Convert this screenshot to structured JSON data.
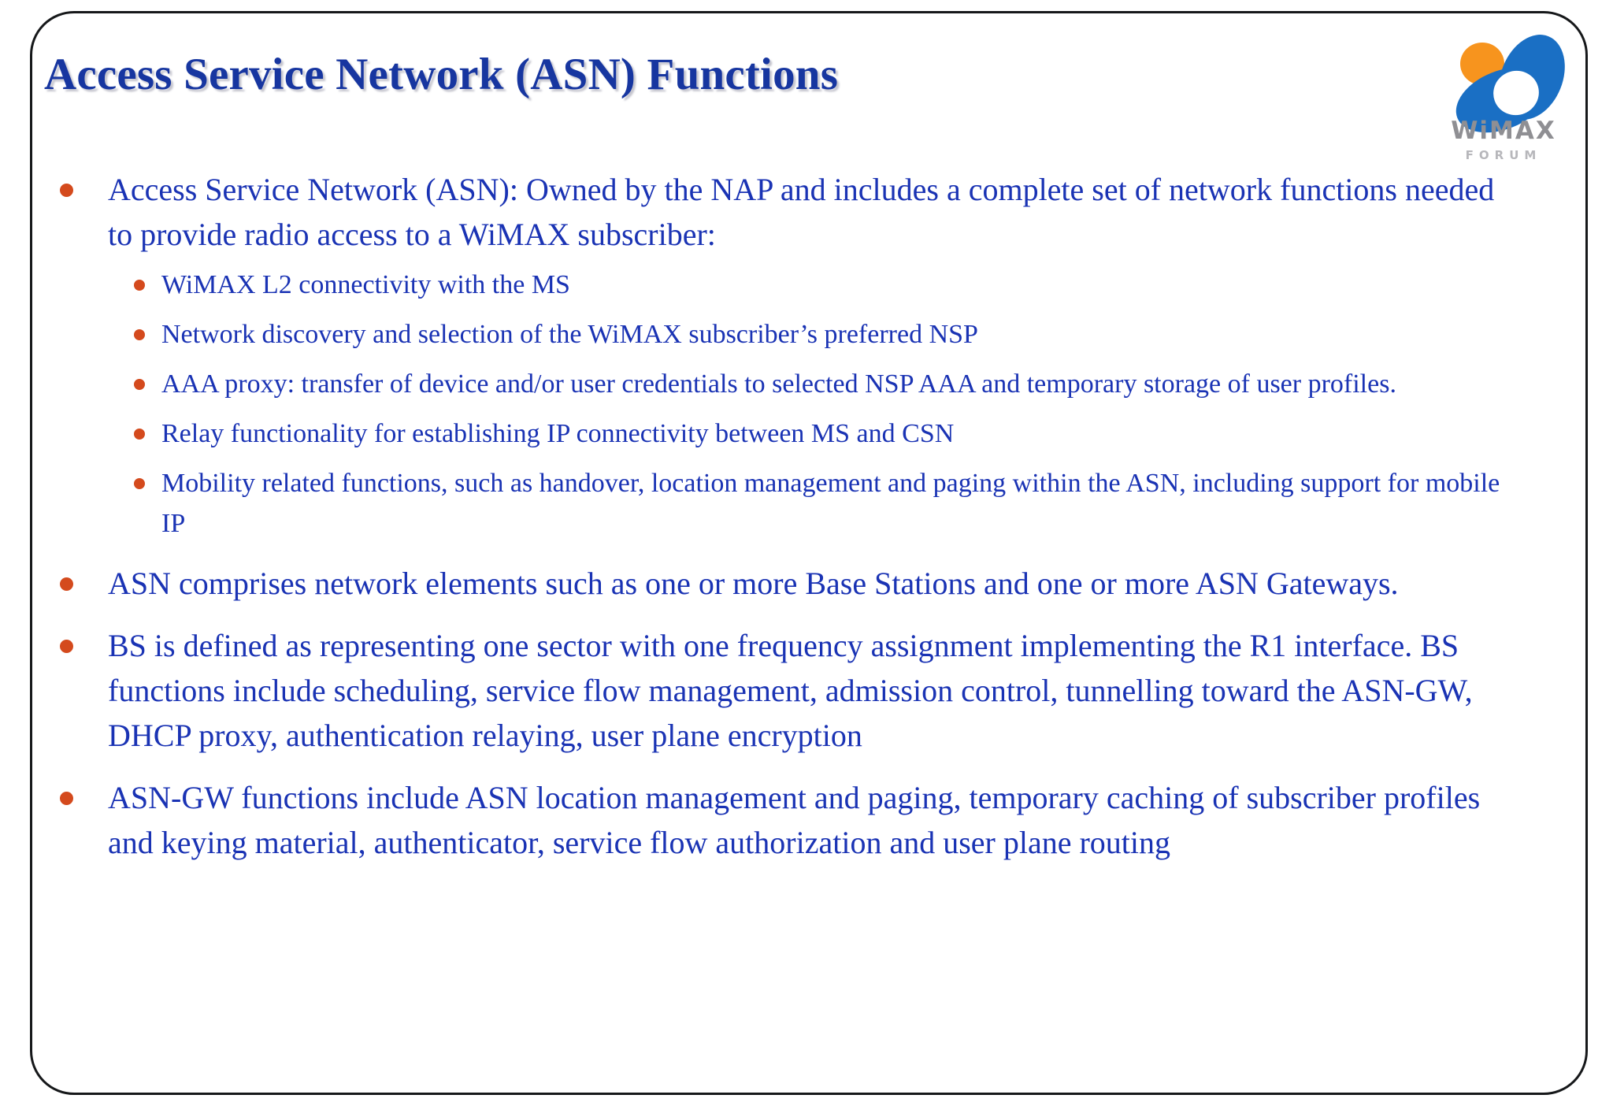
{
  "slide": {
    "title": "Access Service Network (ASN) Functions",
    "colors": {
      "title_blue": "#1736a0",
      "body_blue": "#1a33b4",
      "bullet_orange": "#d44a1d",
      "logo_blue": "#1a6fc4",
      "logo_orange": "#f7941e",
      "logo_text_gray": "#8f8f93",
      "frame_black": "#16181a",
      "background": "#ffffff"
    }
  },
  "logo": {
    "wordmark": "WiMAX",
    "subtext": "FORUM"
  },
  "content": {
    "bullets": [
      {
        "text": "Access Service Network (ASN): Owned by the NAP and includes a complete set of network functions needed to provide radio access to a WiMAX subscriber:",
        "sub": [
          "WiMAX L2 connectivity with the MS",
          "Network discovery and selection of the WiMAX subscriber’s preferred NSP",
          "AAA proxy: transfer of device and/or user credentials to selected NSP AAA and temporary storage of user profiles.",
          "Relay functionality for establishing IP connectivity between MS and CSN",
          "Mobility related functions, such as handover, location management and paging within the ASN, including support for mobile IP"
        ]
      },
      {
        "text": "ASN comprises network elements such as one or more Base Stations and one or more ASN Gateways.",
        "sub": []
      },
      {
        "text": "BS is defined as representing one sector with one frequency assignment implementing the R1 interface. BS functions include scheduling, service flow management, admission control, tunnelling toward the ASN-GW, DHCP proxy, authentication relaying, user plane encryption",
        "sub": []
      },
      {
        "text": "ASN-GW functions include ASN location management and paging, temporary caching of subscriber profiles and keying material, authenticator, service flow authorization and user plane routing",
        "sub": []
      }
    ]
  }
}
